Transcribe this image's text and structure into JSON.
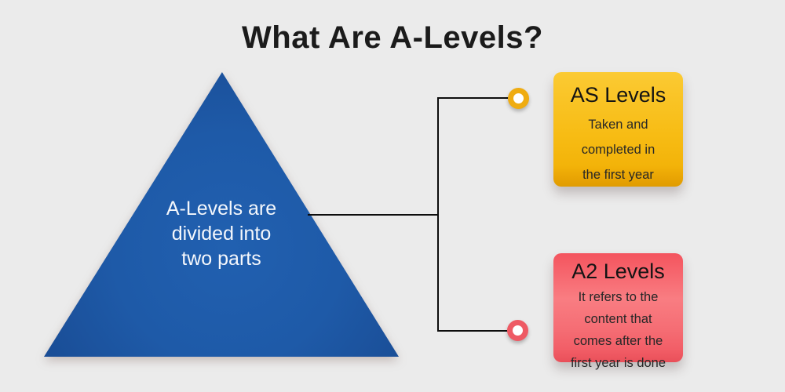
{
  "page": {
    "background_color": "#ebebeb",
    "title": "What Are A-Levels?"
  },
  "triangle": {
    "color": "#1e5aa8",
    "text_color": "#ffffff",
    "lines": [
      "A-Levels are",
      "divided into",
      "two parts"
    ]
  },
  "connector": {
    "line_color": "#0d0d0d",
    "nodes": [
      {
        "name": "as-node",
        "ring_color": "#efac12"
      },
      {
        "name": "a2-node",
        "ring_color": "#ee5a64"
      }
    ]
  },
  "cards": [
    {
      "id": "as-levels",
      "title": "AS Levels",
      "accent_color": "#f5b90f",
      "body_lines": [
        "Taken and",
        "completed in",
        "the first year"
      ]
    },
    {
      "id": "a2-levels",
      "title": "A2 Levels",
      "accent_color": "#f4616a",
      "body_lines": [
        "It refers to the",
        "content that",
        "comes after the",
        "first year is done"
      ]
    }
  ]
}
